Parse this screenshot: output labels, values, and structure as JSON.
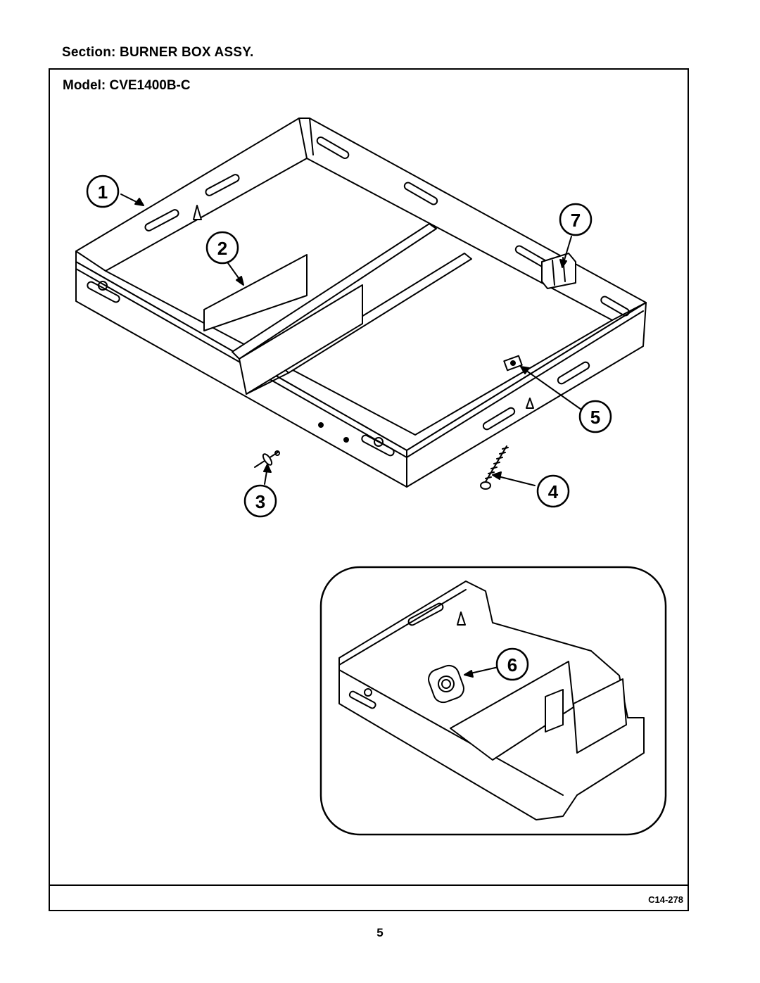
{
  "header": {
    "section_label": "Section:  BURNER BOX ASSY.",
    "model_label": "Model:  CVE1400B-C"
  },
  "callouts": [
    "1",
    "2",
    "3",
    "4",
    "5",
    "6",
    "7"
  ],
  "footer": {
    "drawing_code": "C14-278",
    "page_number": "5"
  }
}
